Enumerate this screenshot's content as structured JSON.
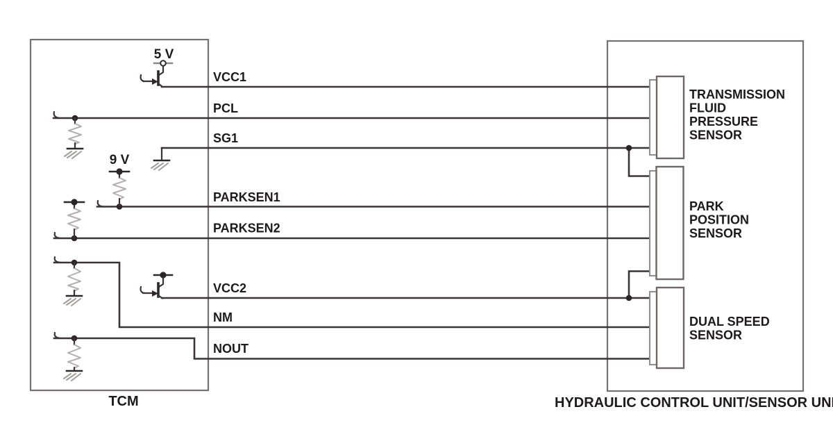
{
  "modules": {
    "tcm": "TCM",
    "hcu": "HYDRAULIC CONTROL UNIT/SENSOR UNIT"
  },
  "supplies": {
    "v5": "5 V",
    "v9": "9 V"
  },
  "signals": {
    "vcc1": "VCC1",
    "pcl": "PCL",
    "sg1": "SG1",
    "parksen1": "PARKSEN1",
    "parksen2": "PARKSEN2",
    "vcc2": "VCC2",
    "nm": "NM",
    "nout": "NOUT"
  },
  "sensors": {
    "tfps": {
      "lines": [
        "TRANSMISSION",
        "FLUID",
        "PRESSURE",
        "SENSOR"
      ]
    },
    "pps": {
      "lines": [
        "PARK",
        "POSITION",
        "SENSOR"
      ]
    },
    "dss": {
      "lines": [
        "DUAL SPEED",
        "SENSOR"
      ]
    }
  },
  "colors": {
    "wire": "#3b3336",
    "box_border": "#767070",
    "resistor": "#b5b0b0",
    "text": "#1e1a1b"
  }
}
